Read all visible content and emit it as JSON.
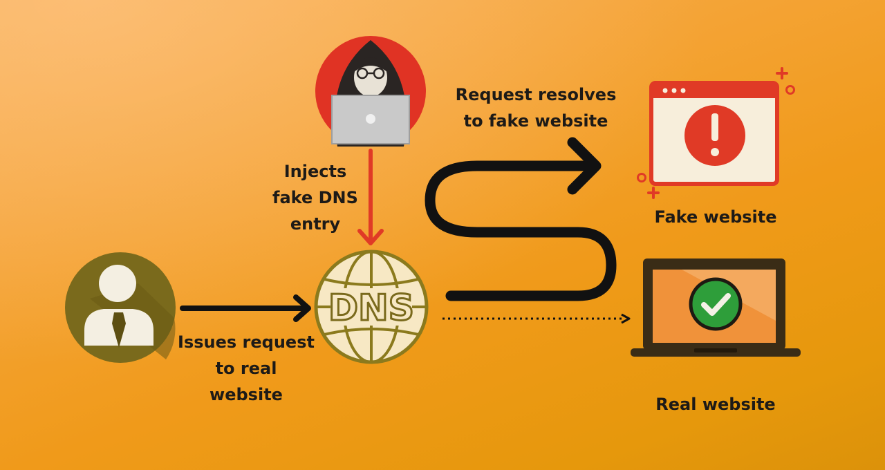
{
  "labels": {
    "injects": [
      "Injects",
      "fake DNS",
      "entry"
    ],
    "resolves": [
      "Request resolves",
      "to fake website"
    ],
    "issues": [
      "Issues request",
      "to real",
      "website"
    ],
    "fake_site": "Fake website",
    "real_site": "Real website",
    "dns": "DNS"
  },
  "icons": {
    "user": "user-icon",
    "hacker": "hacker-icon",
    "dns": "dns-globe-icon",
    "fake_site": "browser-warning-icon",
    "real_site": "laptop-check-icon"
  },
  "colors": {
    "arrow_black": "#111111",
    "arrow_red": "#e03a26",
    "warning_red": "#e03a26",
    "check_green": "#2e9e3a",
    "user_olive": "#7a6a1c",
    "dns_cream": "#f7e8c4"
  }
}
